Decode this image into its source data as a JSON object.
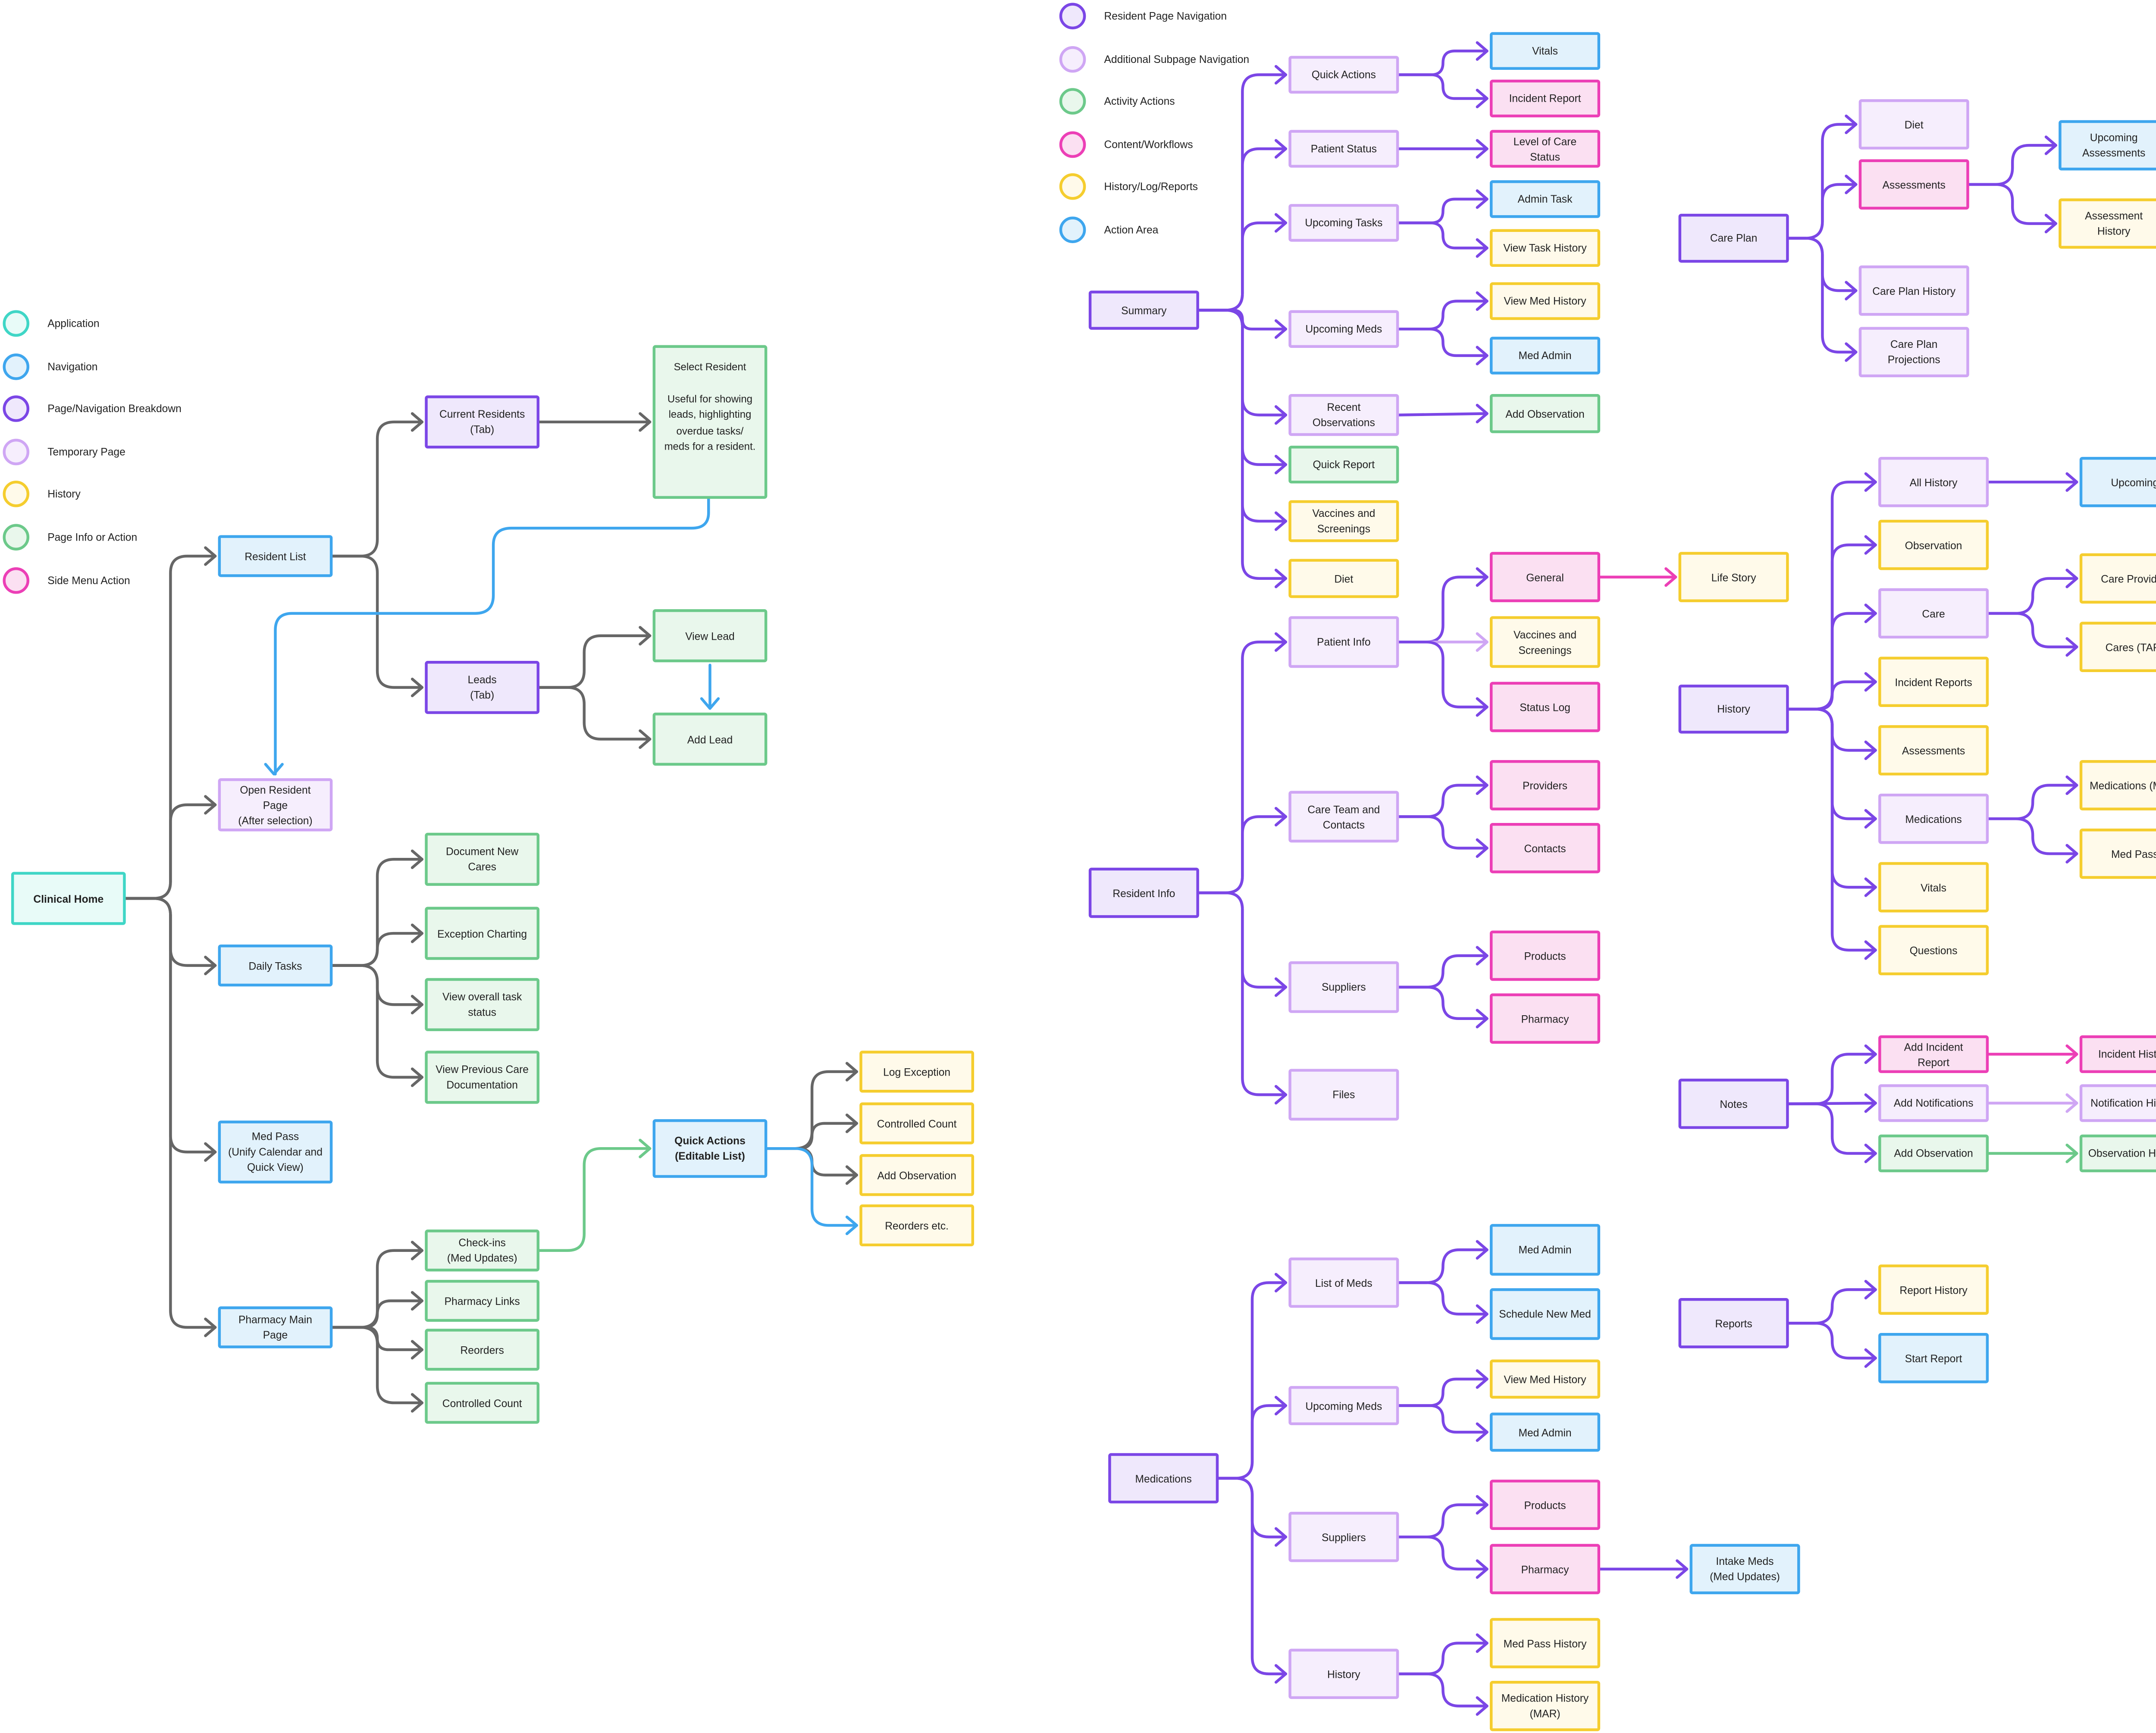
{
  "colors": {
    "application": {
      "stroke": "#3fd6c6",
      "fill": "#e8fbf8"
    },
    "navigation": {
      "stroke": "#3ea6ee",
      "fill": "#e2f2fc"
    },
    "page": {
      "stroke": "#7b46e6",
      "fill": "#efe8fc"
    },
    "temp": {
      "stroke": "#cfa6f4",
      "fill": "#f6eefd"
    },
    "history": {
      "stroke": "#f5cd2e",
      "fill": "#fffaea"
    },
    "action": {
      "stroke": "#6cc98a",
      "fill": "#e9f7ec"
    },
    "content": {
      "stroke": "#ec3fb6",
      "fill": "#fbe0f2"
    },
    "connector_gray": "#666666",
    "connector_purple": "#7b46e6",
    "connector_blue": "#3ea6ee"
  },
  "legends": {
    "left": [
      {
        "label": "Application",
        "type": "application"
      },
      {
        "label": "Navigation",
        "type": "navigation"
      },
      {
        "label": "Page/Navigation Breakdown",
        "type": "page"
      },
      {
        "label": "Temporary Page",
        "type": "temp"
      },
      {
        "label": "History",
        "type": "history"
      },
      {
        "label": "Page Info or Action",
        "type": "action"
      },
      {
        "label": "Side Menu Action",
        "type": "content"
      }
    ],
    "right": [
      {
        "label": "Resident Page Navigation",
        "type": "page"
      },
      {
        "label": "Additional Subpage Navigation",
        "type": "temp"
      },
      {
        "label": "Activity Actions",
        "type": "action"
      },
      {
        "label": "Content/Workflows",
        "type": "content"
      },
      {
        "label": "History/Log/Reports",
        "type": "history"
      },
      {
        "label": "Action Area",
        "type": "navigation"
      }
    ]
  },
  "nodes": {
    "clinical_home": {
      "label": "Clinical Home",
      "type": "application"
    },
    "resident_list": {
      "label": "Resident List",
      "type": "navigation"
    },
    "current_residents": {
      "label": "Current Residents\n(Tab)",
      "type": "page"
    },
    "select_resident": {
      "label": "Select Resident\n\nUseful for showing leads, highlighting overdue tasks/ meds for a resident.",
      "type": "action"
    },
    "leads": {
      "label": "Leads\n(Tab)",
      "type": "page"
    },
    "view_lead": {
      "label": "View Lead",
      "type": "action"
    },
    "add_lead": {
      "label": "Add Lead",
      "type": "action"
    },
    "open_resident_page": {
      "label": "Open Resident Page\n(After selection)",
      "type": "temp"
    },
    "daily_tasks": {
      "label": "Daily Tasks",
      "type": "navigation"
    },
    "document_new_cares": {
      "label": "Document New\nCares",
      "type": "action"
    },
    "exception_charting": {
      "label": "Exception Charting",
      "type": "action"
    },
    "view_overall_task_status": {
      "label": "View overall task\nstatus",
      "type": "action"
    },
    "view_previous_care_documentation": {
      "label": "View Previous Care\nDocumentation",
      "type": "action"
    },
    "med_pass": {
      "label": "Med Pass\n(Unify Calendar and\nQuick View)",
      "type": "navigation"
    },
    "pharmacy_main_page": {
      "label": "Pharmacy Main Page",
      "type": "navigation"
    },
    "check_ins": {
      "label": "Check-ins\n(Med Updates)",
      "type": "action"
    },
    "pharmacy_links": {
      "label": "Pharmacy Links",
      "type": "action"
    },
    "reorders": {
      "label": "Reorders",
      "type": "action"
    },
    "controlled_count_left": {
      "label": "Controlled Count",
      "type": "action"
    },
    "quick_actions_editable": {
      "label": "Quick Actions\n(Editable List)",
      "type": "navigation"
    },
    "log_exception": {
      "label": "Log Exception",
      "type": "history"
    },
    "controlled_count_qa": {
      "label": "Controlled Count",
      "type": "history"
    },
    "add_observation_qa": {
      "label": "Add Observation",
      "type": "history"
    },
    "reorders_etc": {
      "label": "Reorders etc.",
      "type": "history"
    },
    "summary": {
      "label": "Summary",
      "type": "page"
    },
    "quick_actions": {
      "label": "Quick Actions",
      "type": "temp"
    },
    "vitals_qa": {
      "label": "Vitals",
      "type": "navigation"
    },
    "incident_report": {
      "label": "Incident Report",
      "type": "content"
    },
    "patient_status": {
      "label": "Patient Status",
      "type": "temp"
    },
    "level_of_care_status": {
      "label": "Level of Care Status",
      "type": "content"
    },
    "upcoming_tasks": {
      "label": "Upcoming Tasks",
      "type": "temp"
    },
    "admin_task": {
      "label": "Admin Task",
      "type": "navigation"
    },
    "view_task_history": {
      "label": "View Task History",
      "type": "history"
    },
    "upcoming_meds_summary": {
      "label": "Upcoming Meds",
      "type": "temp"
    },
    "view_med_history_summary": {
      "label": "View Med History",
      "type": "history"
    },
    "med_admin_summary": {
      "label": "Med Admin",
      "type": "navigation"
    },
    "recent_observations": {
      "label": "Recent\nObservations",
      "type": "temp"
    },
    "add_observation_summary": {
      "label": "Add Observation",
      "type": "action"
    },
    "quick_report": {
      "label": "Quick Report",
      "type": "action"
    },
    "vaccines_screenings_summary": {
      "label": "Vaccines and\nScreenings",
      "type": "history"
    },
    "diet_summary": {
      "label": "Diet",
      "type": "history"
    },
    "resident_info": {
      "label": "Resident Info",
      "type": "page"
    },
    "patient_info": {
      "label": "Patient Info",
      "type": "temp"
    },
    "general": {
      "label": "General",
      "type": "content"
    },
    "life_story": {
      "label": "Life Story",
      "type": "history"
    },
    "vaccines_screenings_info": {
      "label": "Vaccines and\nScreenings",
      "type": "history"
    },
    "status_log": {
      "label": "Status Log",
      "type": "content"
    },
    "care_team_contacts": {
      "label": "Care Team and\nContacts",
      "type": "temp"
    },
    "providers": {
      "label": "Providers",
      "type": "content"
    },
    "contacts": {
      "label": "Contacts",
      "type": "content"
    },
    "suppliers_info": {
      "label": "Suppliers",
      "type": "temp"
    },
    "products_info": {
      "label": "Products",
      "type": "content"
    },
    "pharmacy_info": {
      "label": "Pharmacy",
      "type": "content"
    },
    "files": {
      "label": "Files",
      "type": "temp"
    },
    "medications": {
      "label": "Medications",
      "type": "page"
    },
    "list_of_meds": {
      "label": "List of Meds",
      "type": "temp"
    },
    "med_admin_list": {
      "label": "Med Admin",
      "type": "navigation"
    },
    "schedule_new_med": {
      "label": "Schedule New Med",
      "type": "navigation"
    },
    "upcoming_meds_meds": {
      "label": "Upcoming Meds",
      "type": "temp"
    },
    "view_med_history_meds": {
      "label": "View Med History",
      "type": "history"
    },
    "med_admin_upcoming": {
      "label": "Med Admin",
      "type": "navigation"
    },
    "suppliers_meds": {
      "label": "Suppliers",
      "type": "temp"
    },
    "products_meds": {
      "label": "Products",
      "type": "content"
    },
    "pharmacy_meds": {
      "label": "Pharmacy",
      "type": "content"
    },
    "intake_meds": {
      "label": "Intake Meds\n(Med Updates)",
      "type": "navigation"
    },
    "history_meds": {
      "label": "History",
      "type": "temp"
    },
    "med_pass_history": {
      "label": "Med Pass History",
      "type": "history"
    },
    "medication_history_mar": {
      "label": "Medication History\n(MAR)",
      "type": "history"
    },
    "care_plan": {
      "label": "Care Plan",
      "type": "page"
    },
    "diet_care": {
      "label": "Diet",
      "type": "temp"
    },
    "assessments_care": {
      "label": "Assessments",
      "type": "content"
    },
    "upcoming_assessments": {
      "label": "Upcoming\nAssessments",
      "type": "navigation"
    },
    "assessment_history": {
      "label": "Assessment History",
      "type": "history"
    },
    "care_plan_history": {
      "label": "Care Plan History",
      "type": "temp"
    },
    "care_plan_projections": {
      "label": "Care Plan\nProjections",
      "type": "temp"
    },
    "history_main": {
      "label": "History",
      "type": "page"
    },
    "all_history": {
      "label": "All History",
      "type": "temp"
    },
    "upcoming": {
      "label": "Upcoming",
      "type": "navigation"
    },
    "observation": {
      "label": "Observation",
      "type": "history"
    },
    "care": {
      "label": "Care",
      "type": "temp"
    },
    "care_provided": {
      "label": "Care Provided",
      "type": "history"
    },
    "cares_tar": {
      "label": "Cares (TAR)",
      "type": "history"
    },
    "incident_reports": {
      "label": "Incident Reports",
      "type": "history"
    },
    "assessments_history": {
      "label": "Assessments",
      "type": "history"
    },
    "medications_history": {
      "label": "Medications",
      "type": "temp"
    },
    "medications_mar": {
      "label": "Medications (MAR)",
      "type": "history"
    },
    "med_pass_h": {
      "label": "Med Pass",
      "type": "history"
    },
    "vitals_history": {
      "label": "Vitals",
      "type": "history"
    },
    "questions": {
      "label": "Questions",
      "type": "history"
    },
    "notes": {
      "label": "Notes",
      "type": "page"
    },
    "add_incident_report": {
      "label": "Add Incident Report",
      "type": "content"
    },
    "incident_history": {
      "label": "Incident History",
      "type": "content"
    },
    "add_notifications": {
      "label": "Add Notifications",
      "type": "temp"
    },
    "notification_history": {
      "label": "Notification History",
      "type": "temp"
    },
    "add_observation_notes": {
      "label": "Add Observation",
      "type": "action"
    },
    "observation_history": {
      "label": "Observation History",
      "type": "action"
    },
    "reports": {
      "label": "Reports",
      "type": "page"
    },
    "report_history": {
      "label": "Report History",
      "type": "history"
    },
    "start_report": {
      "label": "Start Report",
      "type": "navigation"
    }
  },
  "edges": [
    {
      "from": "clinical_home",
      "to": "resident_list",
      "color": "gray"
    },
    {
      "from": "clinical_home",
      "to": "open_resident_page",
      "color": "gray"
    },
    {
      "from": "clinical_home",
      "to": "daily_tasks",
      "color": "gray"
    },
    {
      "from": "clinical_home",
      "to": "med_pass",
      "color": "gray"
    },
    {
      "from": "clinical_home",
      "to": "pharmacy_main_page",
      "color": "gray"
    },
    {
      "from": "resident_list",
      "to": "current_residents",
      "color": "gray"
    },
    {
      "from": "resident_list",
      "to": "leads",
      "color": "gray"
    },
    {
      "from": "current_residents",
      "to": "select_resident",
      "color": "gray"
    },
    {
      "from": "leads",
      "to": "view_lead",
      "color": "gray"
    },
    {
      "from": "leads",
      "to": "add_lead",
      "color": "gray"
    },
    {
      "from": "daily_tasks",
      "to": "document_new_cares",
      "color": "gray"
    },
    {
      "from": "daily_tasks",
      "to": "exception_charting",
      "color": "gray"
    },
    {
      "from": "daily_tasks",
      "to": "view_overall_task_status",
      "color": "gray"
    },
    {
      "from": "daily_tasks",
      "to": "view_previous_care_documentation",
      "color": "gray"
    },
    {
      "from": "pharmacy_main_page",
      "to": "check_ins",
      "color": "gray"
    },
    {
      "from": "pharmacy_main_page",
      "to": "pharmacy_links",
      "color": "gray"
    },
    {
      "from": "pharmacy_main_page",
      "to": "reorders",
      "color": "gray"
    },
    {
      "from": "pharmacy_main_page",
      "to": "controlled_count_left",
      "color": "gray"
    },
    {
      "from": "check_ins",
      "to": "quick_actions_editable",
      "color": "green"
    },
    {
      "from": "quick_actions_editable",
      "to": "log_exception",
      "color": "gray"
    },
    {
      "from": "quick_actions_editable",
      "to": "controlled_count_qa",
      "color": "gray"
    },
    {
      "from": "quick_actions_editable",
      "to": "add_observation_qa",
      "color": "gray"
    },
    {
      "from": "quick_actions_editable",
      "to": "reorders_etc",
      "color": "blue"
    },
    {
      "from": "summary",
      "to": "quick_actions",
      "color": "purple"
    },
    {
      "from": "summary",
      "to": "patient_status",
      "color": "purple"
    },
    {
      "from": "summary",
      "to": "upcoming_tasks",
      "color": "purple"
    },
    {
      "from": "summary",
      "to": "upcoming_meds_summary",
      "color": "purple"
    },
    {
      "from": "summary",
      "to": "recent_observations",
      "color": "purple"
    },
    {
      "from": "summary",
      "to": "quick_report",
      "color": "purple"
    },
    {
      "from": "summary",
      "to": "vaccines_screenings_summary",
      "color": "purple"
    },
    {
      "from": "summary",
      "to": "diet_summary",
      "color": "purple"
    },
    {
      "from": "quick_actions",
      "to": "vitals_qa",
      "color": "purple"
    },
    {
      "from": "quick_actions",
      "to": "incident_report",
      "color": "purple"
    },
    {
      "from": "patient_status",
      "to": "level_of_care_status",
      "color": "purple"
    },
    {
      "from": "upcoming_tasks",
      "to": "admin_task",
      "color": "purple"
    },
    {
      "from": "upcoming_tasks",
      "to": "view_task_history",
      "color": "purple"
    },
    {
      "from": "upcoming_meds_summary",
      "to": "view_med_history_summary",
      "color": "purple"
    },
    {
      "from": "upcoming_meds_summary",
      "to": "med_admin_summary",
      "color": "purple"
    },
    {
      "from": "recent_observations",
      "to": "add_observation_summary",
      "color": "purple"
    },
    {
      "from": "resident_info",
      "to": "patient_info",
      "color": "purple"
    },
    {
      "from": "resident_info",
      "to": "care_team_contacts",
      "color": "purple"
    },
    {
      "from": "resident_info",
      "to": "suppliers_info",
      "color": "purple"
    },
    {
      "from": "resident_info",
      "to": "files",
      "color": "purple"
    },
    {
      "from": "patient_info",
      "to": "general",
      "color": "purple"
    },
    {
      "from": "patient_info",
      "to": "vaccines_screenings_info",
      "color": "lavender"
    },
    {
      "from": "patient_info",
      "to": "status_log",
      "color": "purple"
    },
    {
      "from": "general",
      "to": "life_story",
      "color": "pink"
    },
    {
      "from": "care_team_contacts",
      "to": "providers",
      "color": "purple"
    },
    {
      "from": "care_team_contacts",
      "to": "contacts",
      "color": "purple"
    },
    {
      "from": "suppliers_info",
      "to": "products_info",
      "color": "purple"
    },
    {
      "from": "suppliers_info",
      "to": "pharmacy_info",
      "color": "purple"
    },
    {
      "from": "medications",
      "to": "list_of_meds",
      "color": "purple"
    },
    {
      "from": "medications",
      "to": "upcoming_meds_meds",
      "color": "purple"
    },
    {
      "from": "medications",
      "to": "suppliers_meds",
      "color": "purple"
    },
    {
      "from": "medications",
      "to": "history_meds",
      "color": "purple"
    },
    {
      "from": "list_of_meds",
      "to": "med_admin_list",
      "color": "purple"
    },
    {
      "from": "list_of_meds",
      "to": "schedule_new_med",
      "color": "purple"
    },
    {
      "from": "upcoming_meds_meds",
      "to": "view_med_history_meds",
      "color": "purple"
    },
    {
      "from": "upcoming_meds_meds",
      "to": "med_admin_upcoming",
      "color": "purple"
    },
    {
      "from": "suppliers_meds",
      "to": "products_meds",
      "color": "purple"
    },
    {
      "from": "suppliers_meds",
      "to": "pharmacy_meds",
      "color": "purple"
    },
    {
      "from": "pharmacy_meds",
      "to": "intake_meds",
      "color": "purple"
    },
    {
      "from": "history_meds",
      "to": "med_pass_history",
      "color": "purple"
    },
    {
      "from": "history_meds",
      "to": "medication_history_mar",
      "color": "purple"
    },
    {
      "from": "care_plan",
      "to": "diet_care",
      "color": "purple"
    },
    {
      "from": "care_plan",
      "to": "assessments_care",
      "color": "purple"
    },
    {
      "from": "care_plan",
      "to": "care_plan_history",
      "color": "purple"
    },
    {
      "from": "care_plan",
      "to": "care_plan_projections",
      "color": "purple"
    },
    {
      "from": "assessments_care",
      "to": "upcoming_assessments",
      "color": "purple"
    },
    {
      "from": "assessments_care",
      "to": "assessment_history",
      "color": "purple"
    },
    {
      "from": "history_main",
      "to": "all_history",
      "color": "purple"
    },
    {
      "from": "history_main",
      "to": "observation",
      "color": "purple"
    },
    {
      "from": "history_main",
      "to": "care",
      "color": "purple"
    },
    {
      "from": "history_main",
      "to": "incident_reports",
      "color": "purple"
    },
    {
      "from": "history_main",
      "to": "assessments_history",
      "color": "purple"
    },
    {
      "from": "history_main",
      "to": "medications_history",
      "color": "purple"
    },
    {
      "from": "history_main",
      "to": "vitals_history",
      "color": "purple"
    },
    {
      "from": "history_main",
      "to": "questions",
      "color": "purple"
    },
    {
      "from": "all_history",
      "to": "upcoming",
      "color": "purple"
    },
    {
      "from": "care",
      "to": "care_provided",
      "color": "purple"
    },
    {
      "from": "care",
      "to": "cares_tar",
      "color": "purple"
    },
    {
      "from": "medications_history",
      "to": "medications_mar",
      "color": "purple"
    },
    {
      "from": "medications_history",
      "to": "med_pass_h",
      "color": "purple"
    },
    {
      "from": "notes",
      "to": "add_incident_report",
      "color": "purple"
    },
    {
      "from": "notes",
      "to": "add_notifications",
      "color": "purple"
    },
    {
      "from": "notes",
      "to": "add_observation_notes",
      "color": "purple"
    },
    {
      "from": "add_incident_report",
      "to": "incident_history",
      "color": "pink"
    },
    {
      "from": "add_notifications",
      "to": "notification_history",
      "color": "lavender"
    },
    {
      "from": "add_observation_notes",
      "to": "observation_history",
      "color": "green"
    },
    {
      "from": "reports",
      "to": "report_history",
      "color": "purple"
    },
    {
      "from": "reports",
      "to": "start_report",
      "color": "purple"
    }
  ]
}
